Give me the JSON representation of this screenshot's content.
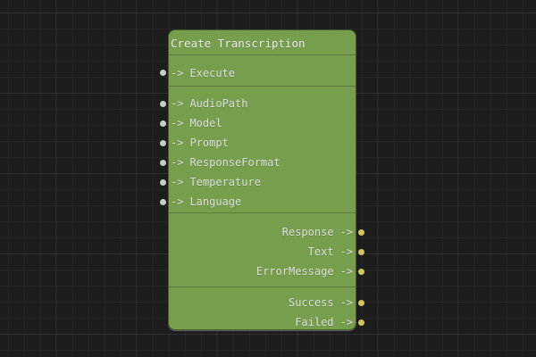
{
  "editor": {
    "background_color": "#1d1d1e",
    "grid_minor_color": "#29292a",
    "grid_major_color": "#323233"
  },
  "node": {
    "title": "Create Transcription",
    "arrow": "->",
    "exec_inputs": [
      {
        "label": "Execute"
      }
    ],
    "inputs": [
      {
        "label": "AudioPath"
      },
      {
        "label": "Model"
      },
      {
        "label": "Prompt"
      },
      {
        "label": "ResponseFormat"
      },
      {
        "label": "Temperature"
      },
      {
        "label": "Language"
      }
    ],
    "data_outputs": [
      {
        "label": "Response"
      },
      {
        "label": "Text"
      },
      {
        "label": "ErrorMessage"
      }
    ],
    "exec_outputs": [
      {
        "label": "Success"
      },
      {
        "label": "Failed"
      }
    ],
    "colors": {
      "body": "#7da850",
      "text": "#dcdcdc",
      "input_pin": "#cbcbcb",
      "output_pin": "#d2c65c"
    }
  }
}
